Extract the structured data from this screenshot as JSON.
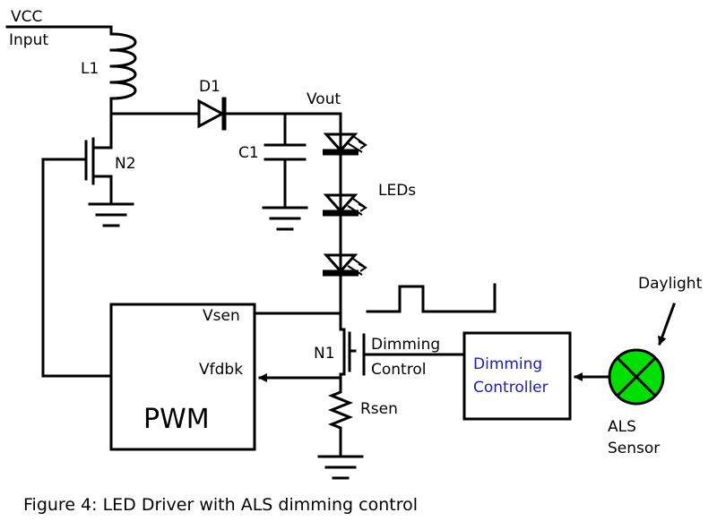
{
  "diagram": {
    "caption": "Figure 4: LED Driver with ALS dimming control",
    "labels": {
      "vcc": "VCC",
      "input": "Input",
      "l1": "L1",
      "d1": "D1",
      "vout": "Vout",
      "c1": "C1",
      "n2": "N2",
      "leds": "LEDs",
      "vsen": "Vsen",
      "vfdbk": "Vfdbk",
      "pwm": "PWM",
      "n1": "N1",
      "dimming": "Dimming",
      "control": "Control",
      "rsen": "Rsen",
      "dimming_controller_line1": "Dimming",
      "dimming_controller_line2": "Controller",
      "daylight": "Daylight",
      "als": "ALS",
      "sensor": "Sensor"
    },
    "colors": {
      "line": "#000000",
      "controller_text": "#1a1acc",
      "sensor_fill": "#00e000"
    }
  }
}
